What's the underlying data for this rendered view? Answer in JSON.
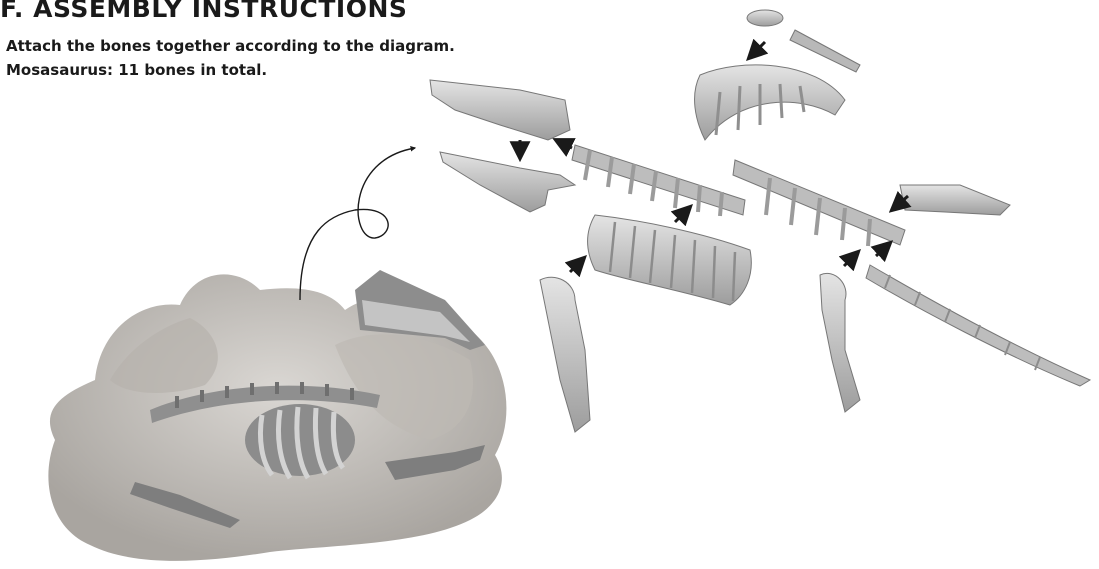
{
  "section": {
    "title": "F. ASSEMBLY INSTRUCTIONS",
    "instructions": [
      "Attach the bones together according to the diagram.",
      "Mosasaurus: 11 bones in total."
    ]
  },
  "illustration": {
    "subject": "Mosasaurus",
    "bone_count": 11,
    "colors": {
      "bone": "#cfcfcf",
      "bone_dark": "#8a8a8a",
      "sand": "#c9c6c2",
      "arrow": "#1a1a1a"
    }
  }
}
